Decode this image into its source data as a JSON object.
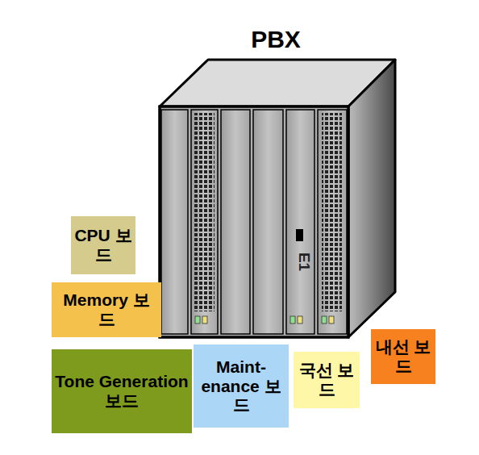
{
  "diagram": {
    "title": "PBX",
    "nodes": [
      {
        "text": [
          "CPU 보드"
        ]
      },
      {
        "text": [
          "Memory 보드"
        ]
      },
      {
        "text": [
          "Tone Generation 보드"
        ]
      },
      {
        "text": [
          "Maint- enance 보드"
        ]
      },
      {
        "text": [
          "국선 보드"
        ]
      },
      {
        "text": [
          "내선 보드"
        ]
      }
    ],
    "labels": [
      "E1"
    ]
  }
}
